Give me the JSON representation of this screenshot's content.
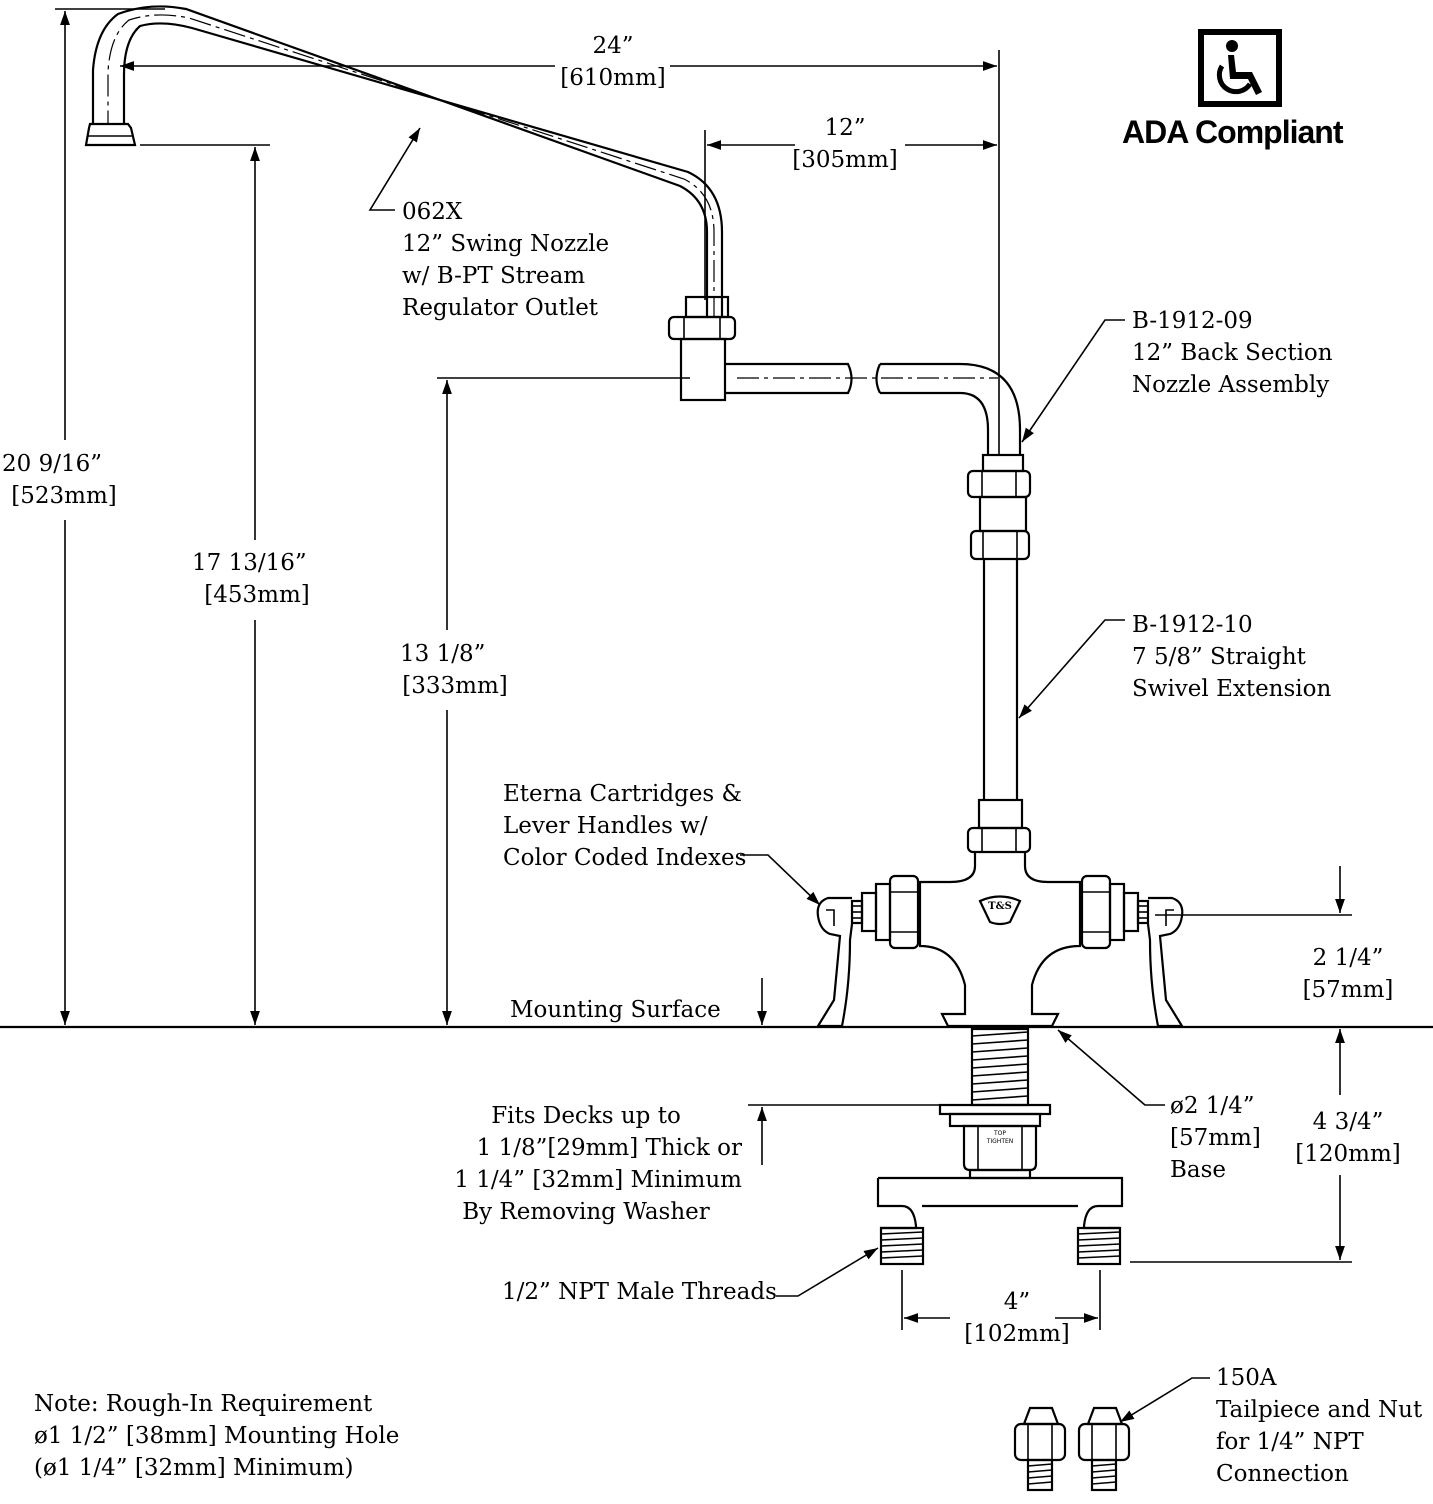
{
  "ada": {
    "label": "ADA Compliant",
    "icon": "wheelchair-icon"
  },
  "dimensions": {
    "reach_24": {
      "line1": "24”",
      "line2": "[610mm]"
    },
    "reach_12": {
      "line1": "12”",
      "line2": "[305mm]"
    },
    "height_20": {
      "line1": "20 9/16”",
      "line2": "[523mm]"
    },
    "height_17": {
      "line1": "17 13/16”",
      "line2": "[453mm]"
    },
    "height_13": {
      "line1": "13 1/8”",
      "line2": "[333mm]"
    },
    "handle_2": {
      "line1": "2 1/4”",
      "line2": "[57mm]"
    },
    "shank_4": {
      "line1": "4 3/4”",
      "line2": "[120mm]"
    },
    "centers_4": {
      "line1": "4”",
      "line2": "[102mm]"
    }
  },
  "callouts": {
    "nozzle": [
      "062X",
      "12” Swing Nozzle",
      "w/ B-PT Stream",
      "Regulator Outlet"
    ],
    "back": [
      "B-1912-09",
      "12” Back Section",
      "Nozzle Assembly"
    ],
    "extension": [
      "B-1912-10",
      "7 5/8” Straight",
      "Swivel Extension"
    ],
    "cartridges": [
      "Eterna Cartridges &",
      "Lever Handles w/",
      "Color Coded Indexes"
    ],
    "mounting": "Mounting Surface",
    "base": [
      "ø2 1/4”",
      "[57mm]",
      "Base"
    ],
    "deck": [
      "Fits Decks up to",
      "1 1/8”[29mm] Thick or",
      "1 1/4” [32mm] Minimum",
      "By Removing Washer"
    ],
    "threads": "1/2” NPT Male Threads",
    "tailpiece": [
      "150A",
      "Tailpiece and Nut",
      "for 1/4” NPT",
      "Connection"
    ]
  },
  "note": [
    "Note: Rough-In Requirement",
    "ø1 1/2” [38mm] Mounting Hole",
    "(ø1 1/4” [32mm] Minimum)"
  ],
  "logo": {
    "body": "T&S",
    "nut": "TOP TIGHTEN"
  }
}
